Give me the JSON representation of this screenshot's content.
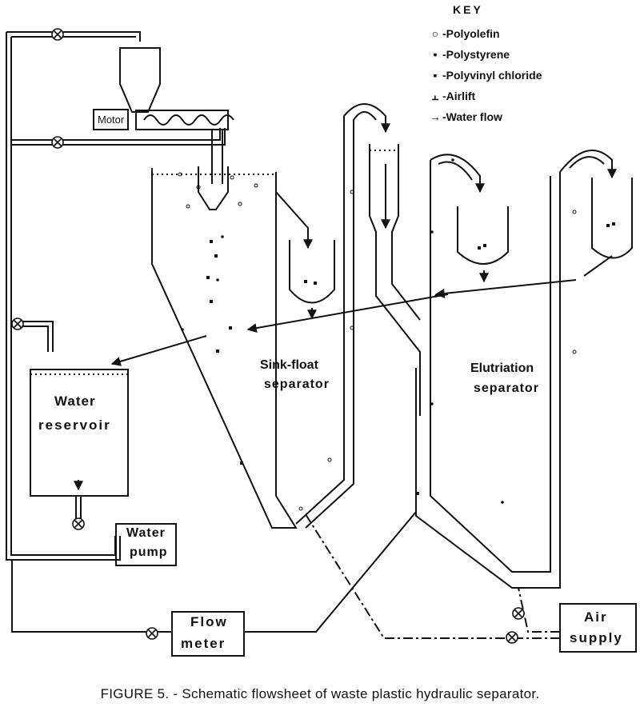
{
  "key": {
    "title": "KEY",
    "items": [
      {
        "label": "-Polyolefin",
        "symbol": "open-circle"
      },
      {
        "label": "-Polystyrene",
        "symbol": "small-dot"
      },
      {
        "label": "-Polyvinyl chloride",
        "symbol": "square"
      },
      {
        "label": "-Airlift",
        "symbol": "airlift"
      },
      {
        "label": "-Water flow",
        "symbol": "arrow"
      }
    ]
  },
  "labels": {
    "motor": "Motor",
    "sink_float_1": "Sink-float",
    "sink_float_2": "separator",
    "elutriation_1": "Elutriation",
    "elutriation_2": "separator",
    "water_reservoir_1": "Water",
    "water_reservoir_2": "reservoir",
    "water_pump_1": "Water",
    "water_pump_2": "pump",
    "flow_meter_1": "Flow",
    "flow_meter_2": "meter",
    "air_supply_1": "Air",
    "air_supply_2": "supply"
  },
  "caption": "FIGURE 5. - Schematic flowsheet of waste plastic hydraulic separator.",
  "colors": {
    "ink": "#111111",
    "background": "#ffffff"
  }
}
